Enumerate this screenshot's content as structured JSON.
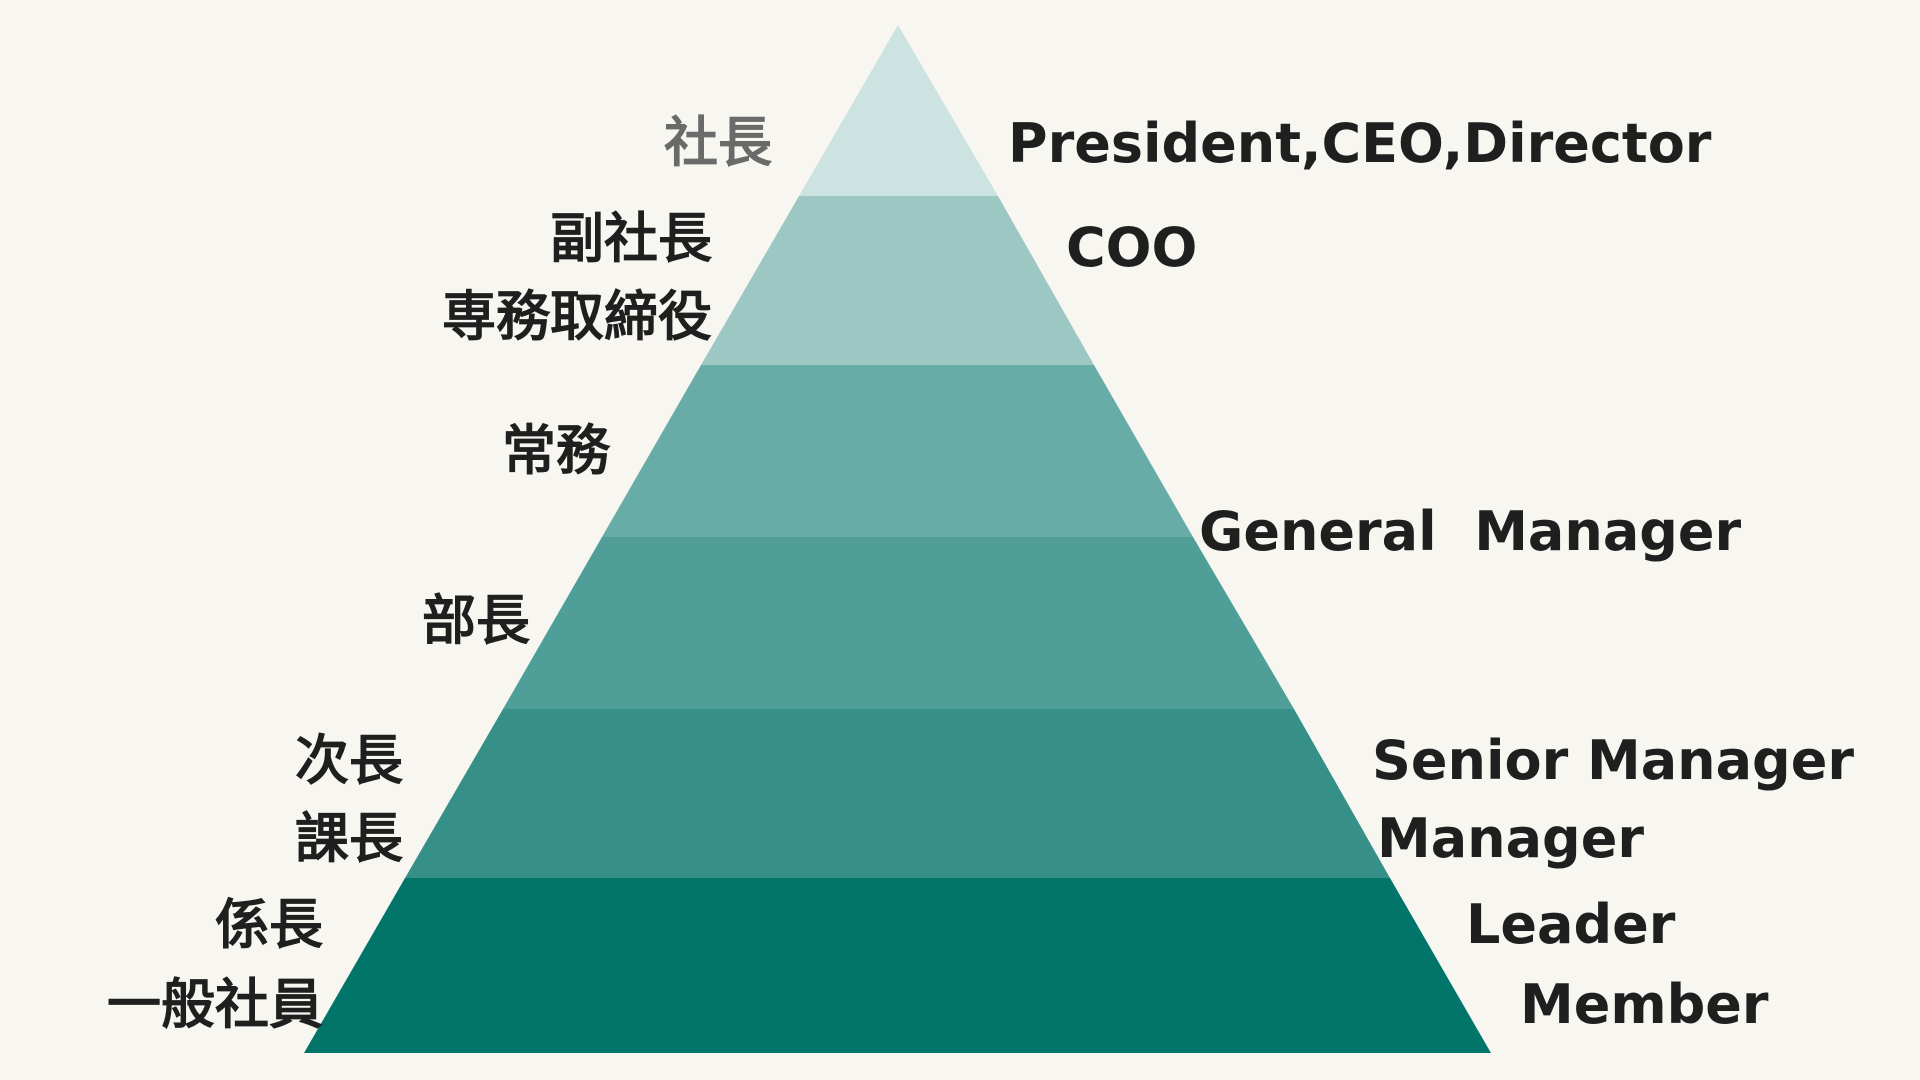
{
  "colors": {
    "background": "#f7f6f1",
    "tier_1": "#cde3e1",
    "tier_2": "#9cc7c3",
    "tier_3": "#68aca7",
    "tier_4": "#4f9f98",
    "tier_5": "#369088",
    "tier_6": "#02756a",
    "text": "#1f1f1f",
    "text_muted": "#6a6a6a"
  },
  "tiers": [
    {
      "ja": [
        "社長"
      ],
      "en": [
        "President,CEO,Director"
      ]
    },
    {
      "ja": [
        "副社長",
        "専務取締役"
      ],
      "en": [
        "COO"
      ]
    },
    {
      "ja": [
        "常務"
      ],
      "en": []
    },
    {
      "ja": [
        "部長"
      ],
      "en": [
        "General  Manager"
      ]
    },
    {
      "ja": [
        "次長",
        "課長"
      ],
      "en": [
        "Senior Manager",
        "Manager"
      ]
    },
    {
      "ja": [
        "係長",
        "一般社員"
      ],
      "en": [
        "Leader",
        "Member"
      ]
    }
  ]
}
